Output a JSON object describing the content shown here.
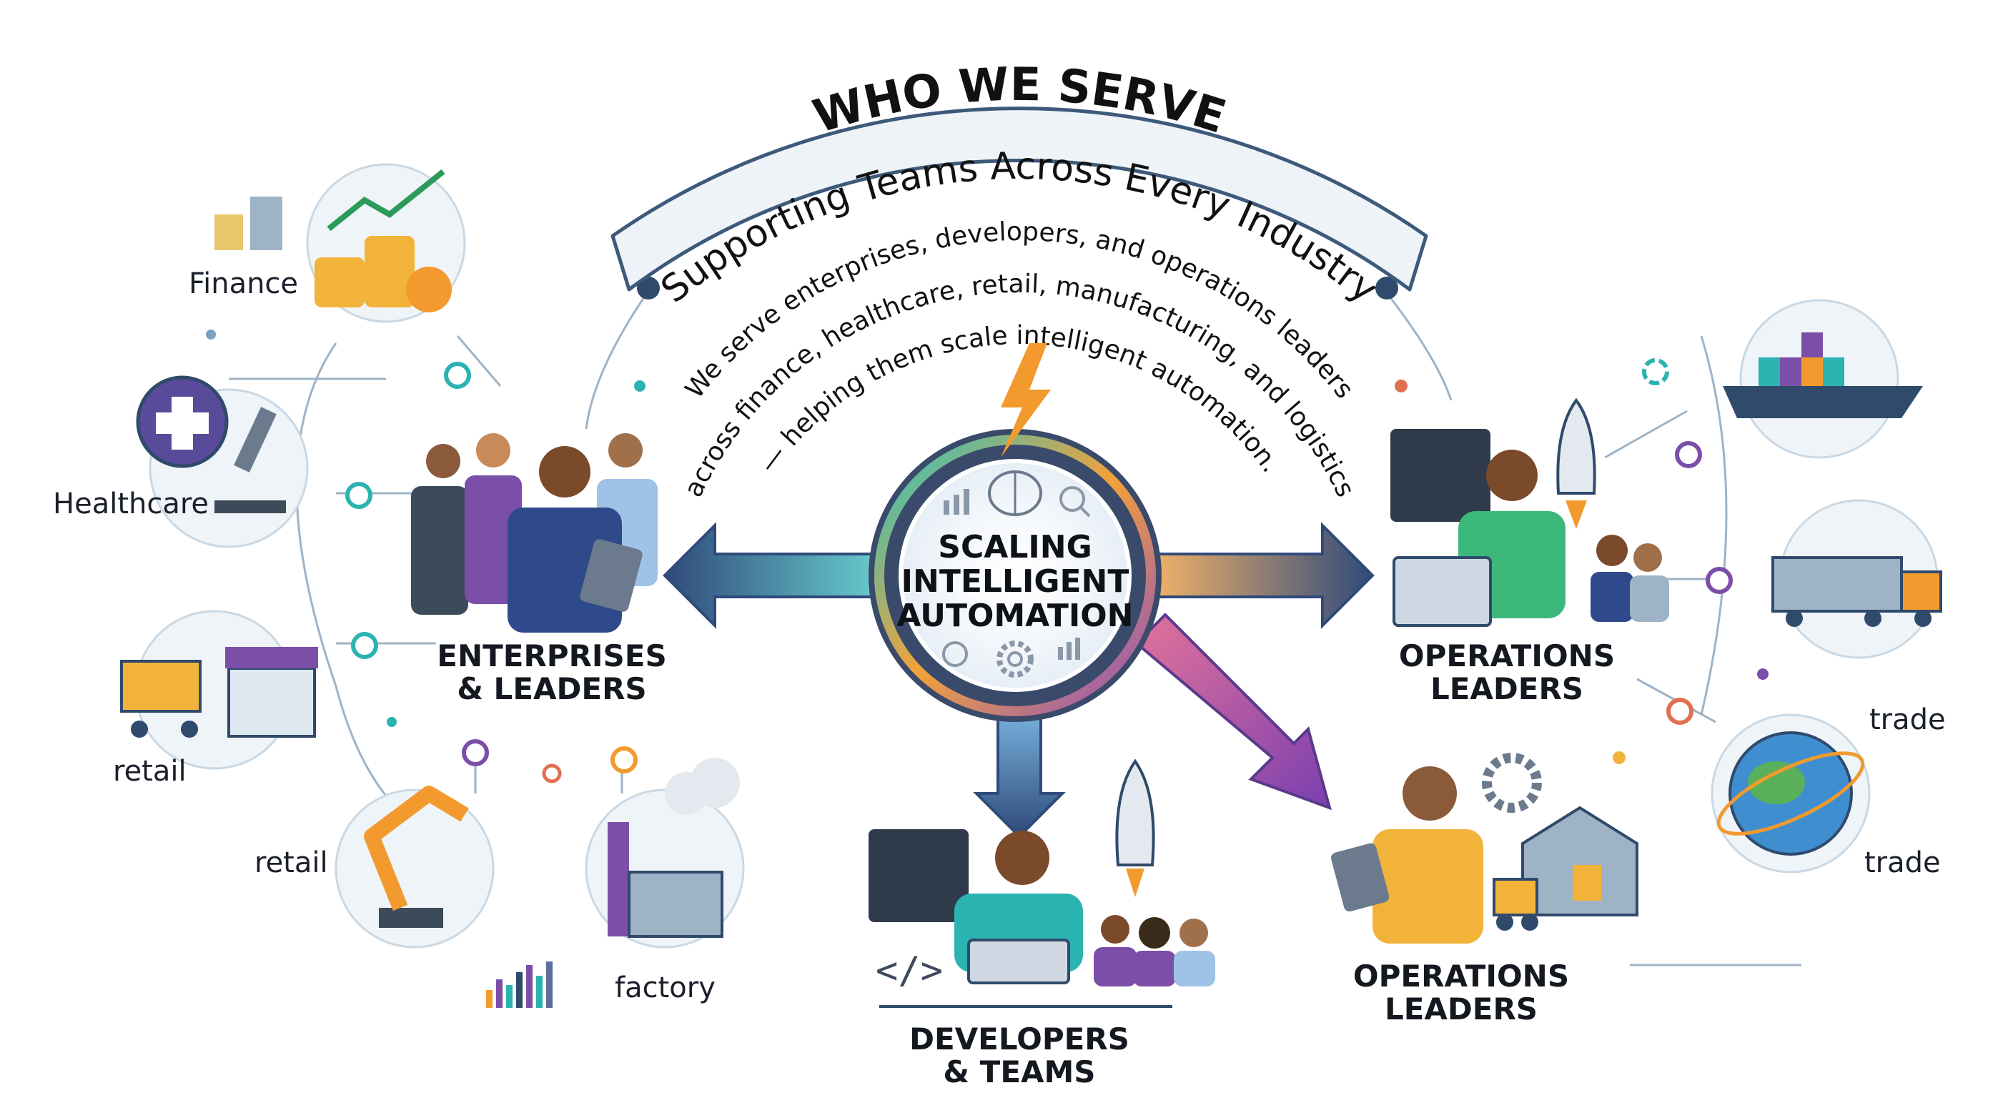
{
  "banner": {
    "title": "WHO WE SERVE",
    "subtitle": "Supporting Teams Across Every Industry",
    "body_lines": [
      "We serve enterprises, developers, and operations leaders",
      "across finance, healthcare, retail, manufacturing, and logistics",
      "— helping them scale intelligent automation."
    ]
  },
  "center": {
    "lines": [
      "SCALING",
      "INTELLIGENT",
      "AUTOMATION"
    ],
    "icons": [
      "bar-chart-icon",
      "brain-icon",
      "magnifier-icon",
      "chat-icon",
      "gear-icon",
      "column-chart-icon",
      "lightning-icon"
    ]
  },
  "groups": {
    "enterprises": [
      "ENTERPRISES",
      "& LEADERS"
    ],
    "operations_top": [
      "OPERATIONS",
      "LEADERS"
    ],
    "operations_bottom": [
      "OPERATIONS",
      "LEADERS"
    ],
    "developers": [
      "DEVELOPERS",
      "& TEAMS"
    ]
  },
  "industries": {
    "finance": "Finance",
    "healthcare": "Healthcare",
    "retail_1": "retail",
    "retail_2": "retail",
    "factory": "factory",
    "trade_1": "trade",
    "trade_2": "trade"
  },
  "colors": {
    "navy": "#2f4a6b",
    "teal": "#2bb3b1",
    "orange": "#f29a2e",
    "purple": "#7b4fa8",
    "banner_fill": "#eef3f8"
  }
}
